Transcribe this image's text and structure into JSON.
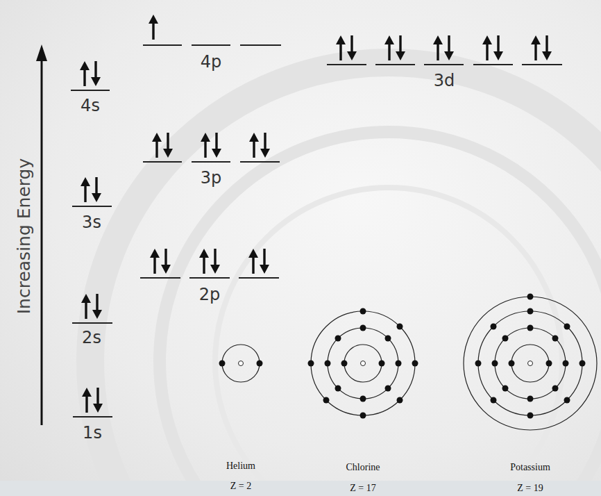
{
  "diagram": {
    "labels": [
      "Increasing Energy",
      "1s",
      "2s",
      "3s",
      "4s",
      "2p",
      "3p",
      "4p",
      "3d",
      "Helium",
      "Z = 2",
      "Chlorine",
      "Z = 17",
      "Potassium",
      "Z = 19"
    ]
  }
}
